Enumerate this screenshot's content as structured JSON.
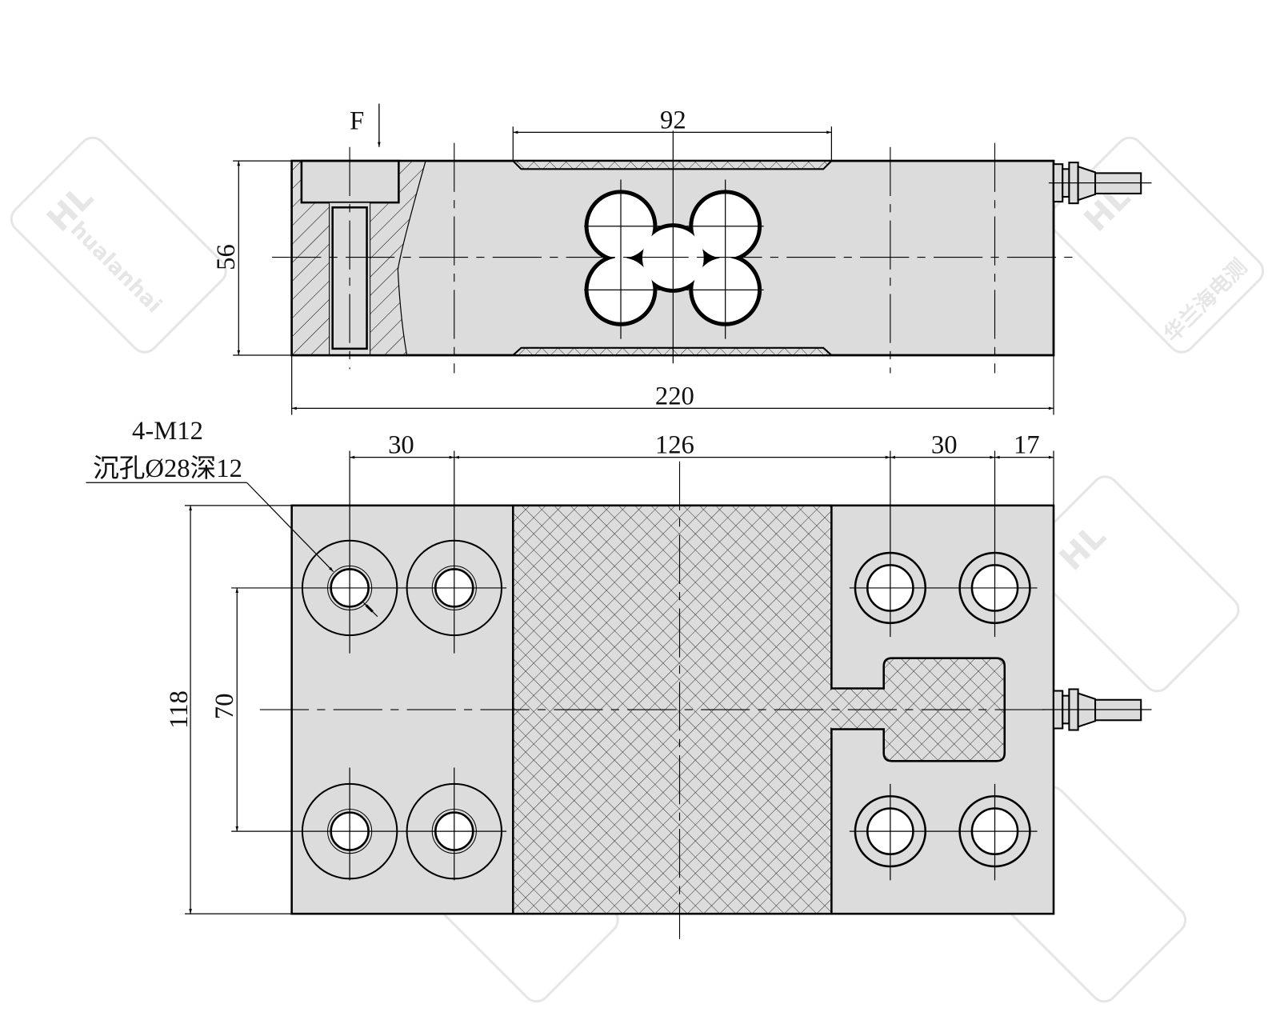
{
  "drawing": {
    "force_label": "F",
    "top_view": {
      "dim_slot": "92",
      "dim_height": "56",
      "dim_length": "220"
    },
    "bottom_view": {
      "dim_hole_pitch_left": "30",
      "dim_middle": "126",
      "dim_hole_pitch_right": "30",
      "dim_edge_right": "17",
      "dim_width": "118",
      "dim_hole_spacing": "70",
      "hole_callout_line1": "4-M12",
      "hole_callout_line2": "沉孔Ø28深12"
    },
    "watermark": {
      "brand": "hualanhai",
      "brand_cn": "华兰海电测",
      "logo": "HL"
    },
    "colors": {
      "body_fill": "#dcdcdc",
      "line": "#000000",
      "watermark": "#e6e6e6"
    }
  }
}
